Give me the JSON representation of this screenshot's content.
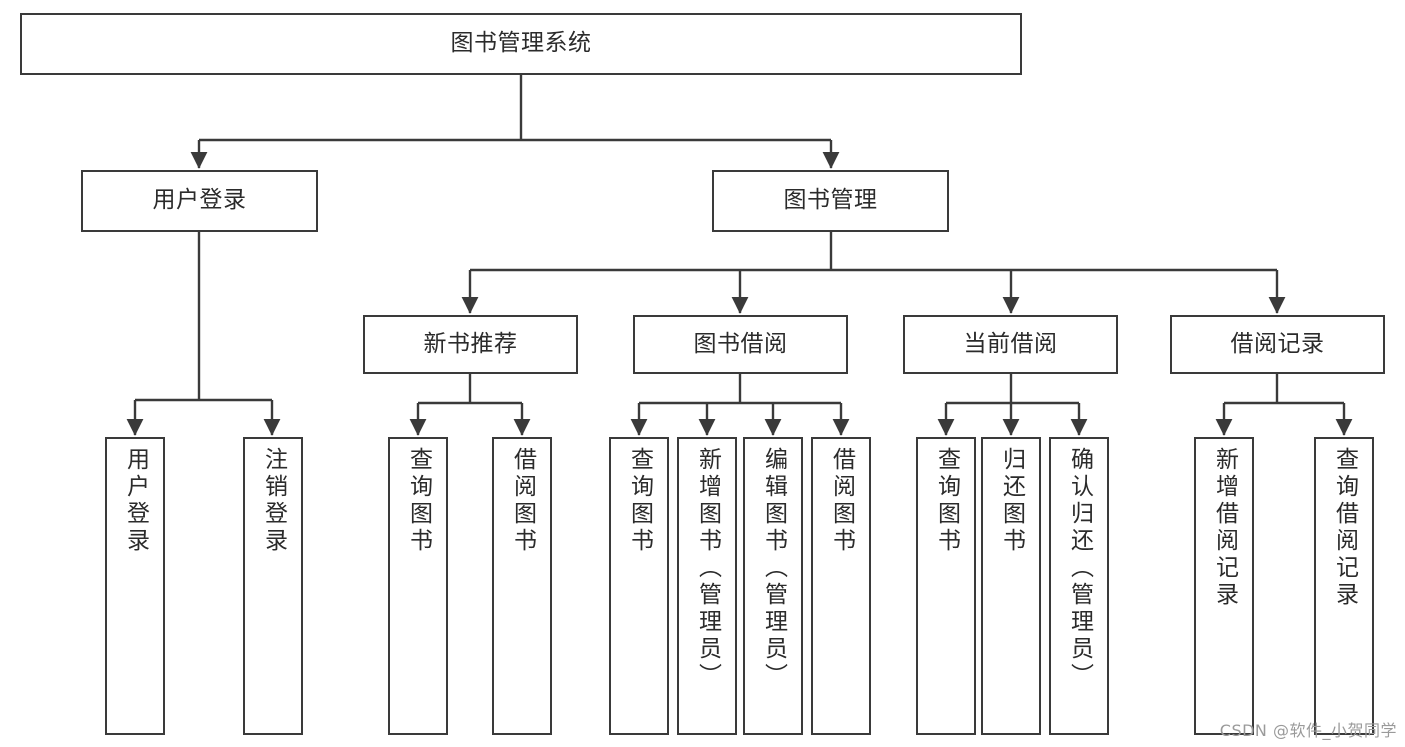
{
  "diagram": {
    "title": "图书管理系统",
    "type": "tree-hierarchy-chart",
    "line_color": "#3a3a3a",
    "box_fill": "#ffffff",
    "text_color": "#2b2b2b"
  },
  "root": {
    "label": "图书管理系统"
  },
  "level2": [
    {
      "label": "用户登录"
    },
    {
      "label": "图书管理"
    }
  ],
  "level3": [
    {
      "label": "新书推荐"
    },
    {
      "label": "图书借阅"
    },
    {
      "label": "当前借阅"
    },
    {
      "label": "借阅记录"
    }
  ],
  "leaves": {
    "user_login": [
      {
        "label": "用户登录"
      },
      {
        "label": "注销登录"
      }
    ],
    "new_book": [
      {
        "label": "查询图书"
      },
      {
        "label": "借阅图书"
      }
    ],
    "book_borrow": [
      {
        "label": "查询图书"
      },
      {
        "label": "新增图书（管理员）"
      },
      {
        "label": "编辑图书（管理员）"
      },
      {
        "label": "借阅图书"
      }
    ],
    "current_borrow": [
      {
        "label": "查询图书"
      },
      {
        "label": "归还图书"
      },
      {
        "label": "确认归还（管理员）"
      }
    ],
    "borrow_record": [
      {
        "label": "新增借阅记录"
      },
      {
        "label": "查询借阅记录"
      }
    ]
  },
  "watermark": {
    "text": "CSDN @软件_小贺同学"
  }
}
